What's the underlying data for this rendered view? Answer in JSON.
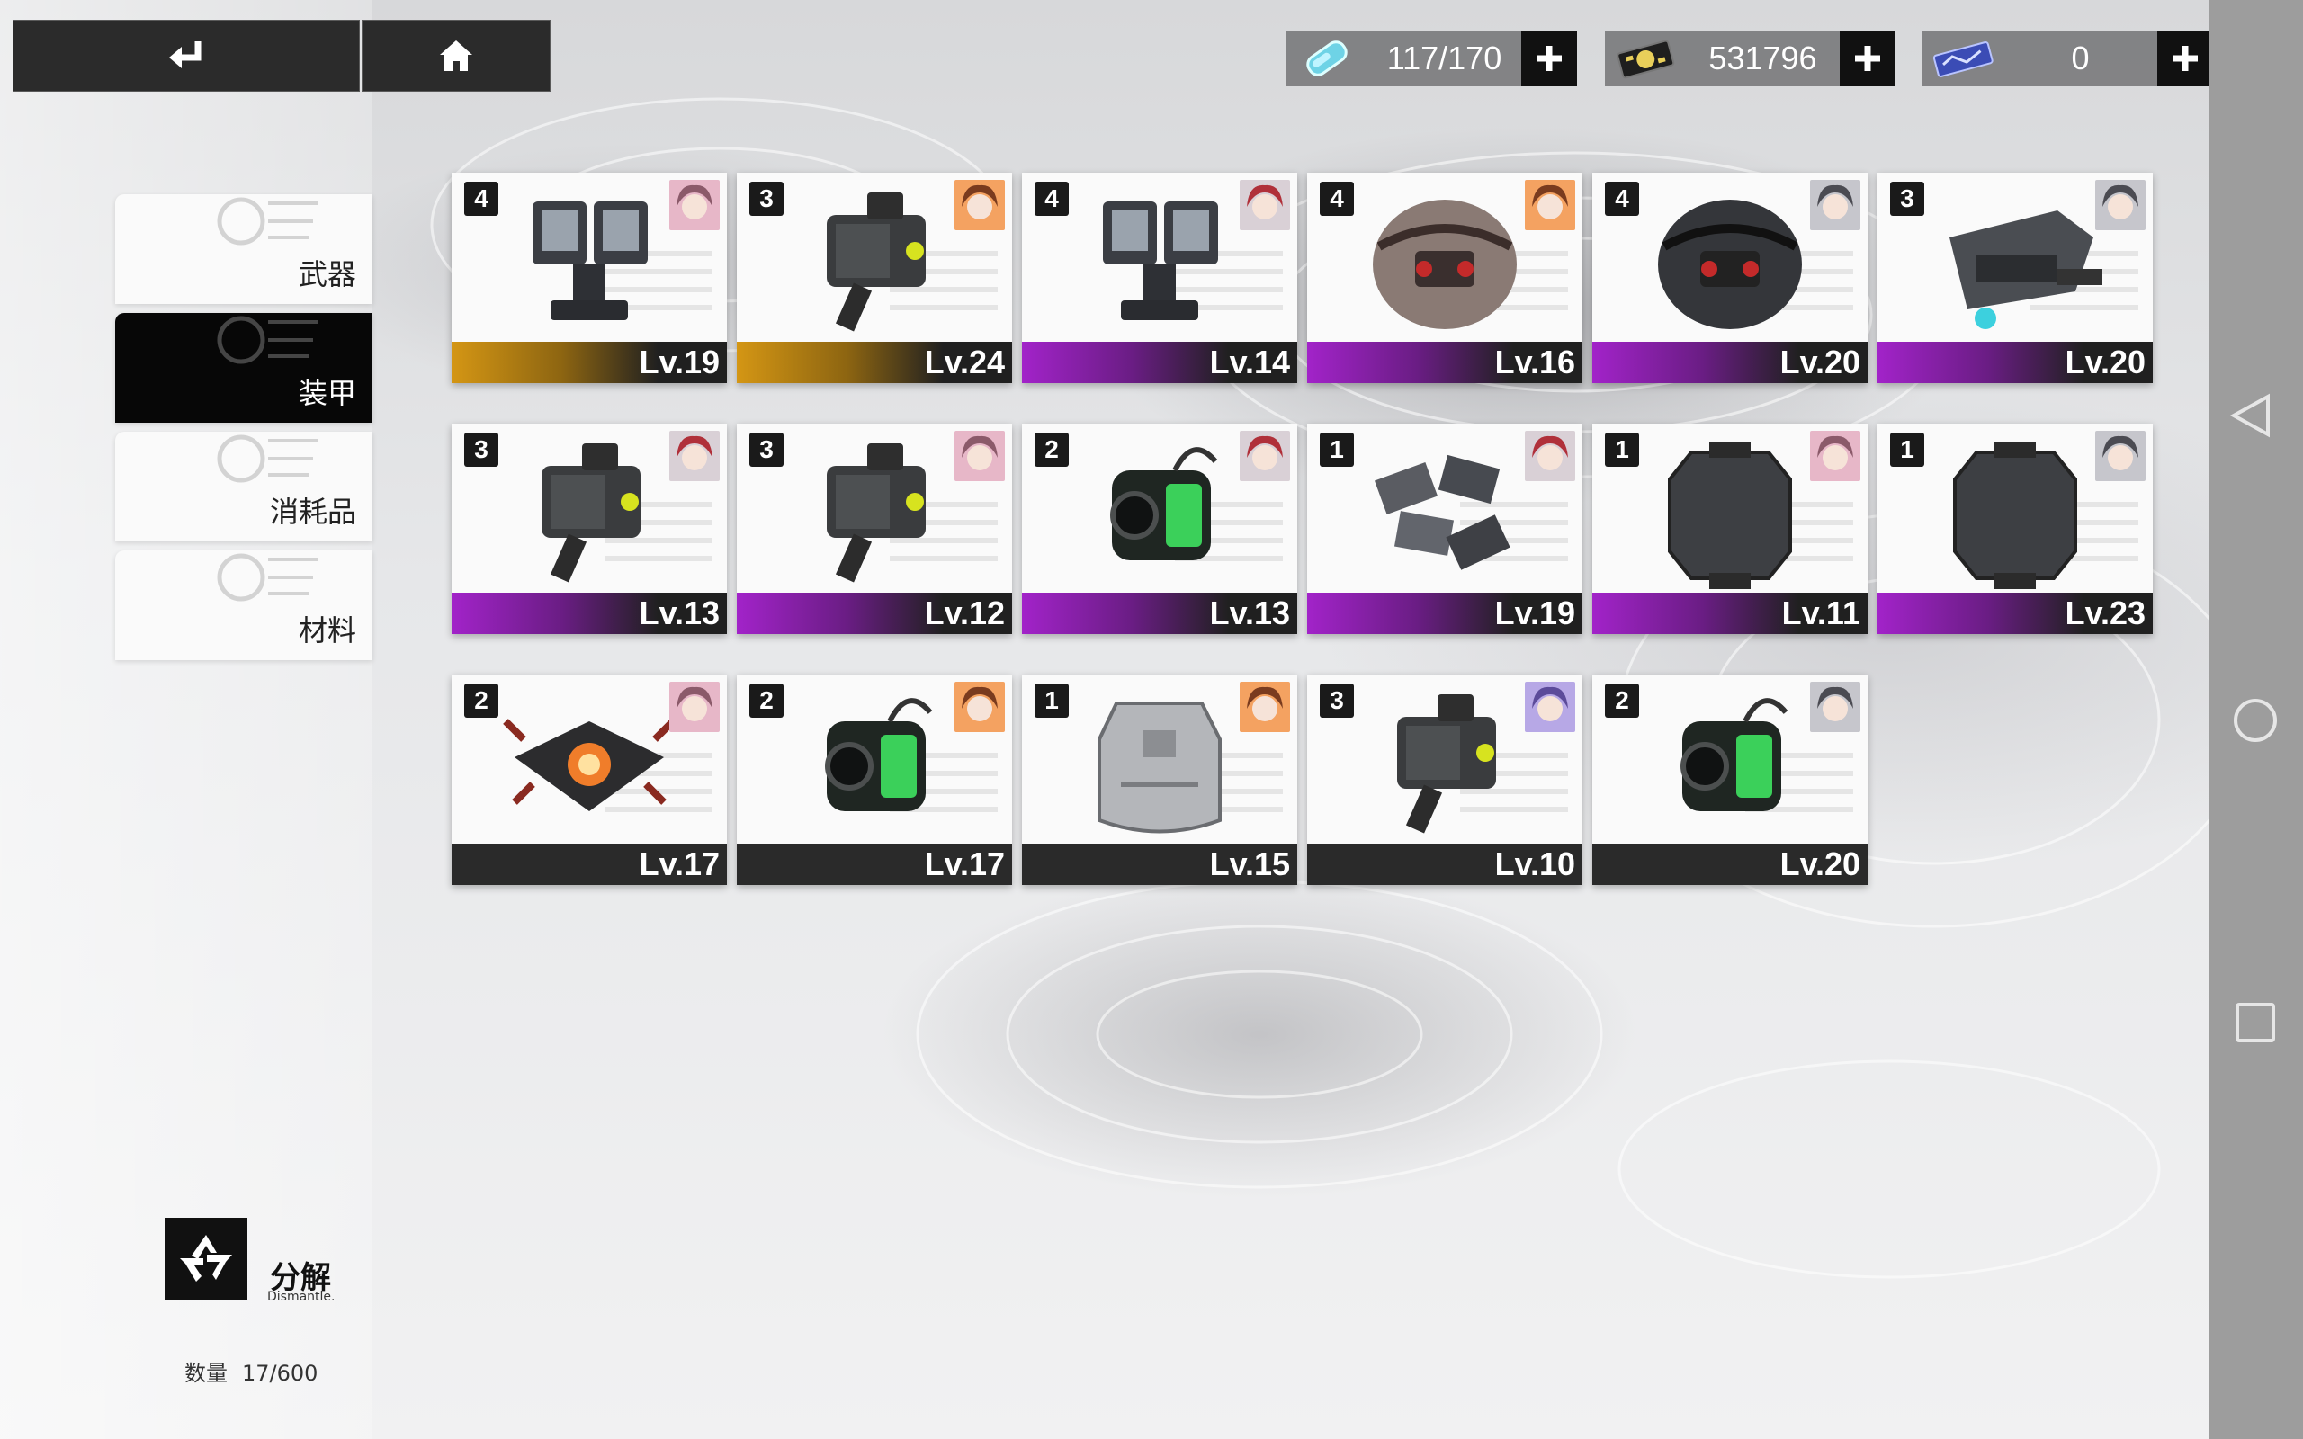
{
  "resources": [
    {
      "icon": "energy-capsule-icon",
      "value": "117/170"
    },
    {
      "icon": "gold-coin-icon",
      "value": "531796"
    },
    {
      "icon": "blue-ticket-icon",
      "value": "0"
    }
  ],
  "nav": {
    "back_icon": "back-arrow-icon",
    "home_icon": "home-icon"
  },
  "tabs": [
    {
      "label": "武器",
      "active": false
    },
    {
      "label": "装甲",
      "active": true
    },
    {
      "label": "消耗品",
      "active": false
    },
    {
      "label": "材料",
      "active": false
    }
  ],
  "items": [
    {
      "stars": "4",
      "level": "Lv.19",
      "rarity": "gold",
      "type": "twin-pod"
    },
    {
      "stars": "3",
      "level": "Lv.24",
      "rarity": "gold",
      "type": "scope"
    },
    {
      "stars": "4",
      "level": "Lv.14",
      "rarity": "purple",
      "type": "twin-pod"
    },
    {
      "stars": "4",
      "level": "Lv.16",
      "rarity": "purple",
      "type": "sphere-camo"
    },
    {
      "stars": "4",
      "level": "Lv.20",
      "rarity": "purple",
      "type": "sphere-dark"
    },
    {
      "stars": "3",
      "level": "Lv.20",
      "rarity": "purple",
      "type": "cannon"
    },
    {
      "stars": "3",
      "level": "Lv.13",
      "rarity": "purple",
      "type": "scope"
    },
    {
      "stars": "3",
      "level": "Lv.12",
      "rarity": "purple",
      "type": "scope"
    },
    {
      "stars": "2",
      "level": "Lv.13",
      "rarity": "purple",
      "type": "green-core"
    },
    {
      "stars": "1",
      "level": "Lv.19",
      "rarity": "purple",
      "type": "plates"
    },
    {
      "stars": "1",
      "level": "Lv.11",
      "rarity": "purple",
      "type": "plate-37"
    },
    {
      "stars": "1",
      "level": "Lv.23",
      "rarity": "purple",
      "type": "plate-37"
    },
    {
      "stars": "2",
      "level": "Lv.17",
      "rarity": "blue",
      "type": "drone"
    },
    {
      "stars": "2",
      "level": "Lv.17",
      "rarity": "blue",
      "type": "green-core"
    },
    {
      "stars": "1",
      "level": "Lv.15",
      "rarity": "blue",
      "type": "vest"
    },
    {
      "stars": "3",
      "level": "Lv.10",
      "rarity": "green",
      "type": "scope"
    },
    {
      "stars": "2",
      "level": "Lv.20",
      "rarity": "green",
      "type": "green-core"
    }
  ],
  "avatars": [
    "pink",
    "orange",
    "pinkred",
    "orange",
    "grey",
    "grey",
    "pinkred",
    "pink",
    "pinkred",
    "pinkred",
    "pink",
    "grey",
    "pink",
    "orange",
    "orange",
    "purple",
    "grey"
  ],
  "dismantle": {
    "label": "分解",
    "sub": "Dismantle."
  },
  "count": {
    "label": "数量",
    "value": "17/600"
  },
  "colors": {
    "gold": "#e3a21a",
    "purple": "#b426de",
    "blue": "#24a8f0",
    "green": "#52c318"
  }
}
